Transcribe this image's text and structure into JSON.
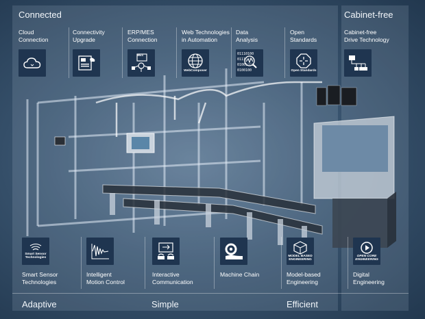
{
  "sections": {
    "connected": "Connected",
    "cabinet_free": "Cabinet-free",
    "adaptive": "Adaptive",
    "simple": "Simple",
    "efficient": "Efficient"
  },
  "top_items": [
    {
      "line1": "Cloud",
      "line2": "Connection",
      "icon": "cloud-icon"
    },
    {
      "line1": "Connectivity",
      "line2": "Upgrade",
      "icon": "connectivity-upgrade-icon"
    },
    {
      "line1": "ERP/MES",
      "line2": "Connection",
      "icon": "mes-icon",
      "badge": "MES"
    },
    {
      "line1": "Web Technologies",
      "line2": "in Automation",
      "icon": "globe-icon",
      "badge": "WebComposer"
    },
    {
      "line1": "Data",
      "line2": "Analysis",
      "icon": "data-analysis-icon"
    },
    {
      "line1": "Open",
      "line2": "Standards",
      "icon": "open-standards-icon",
      "badge": "Open Standards"
    },
    {
      "line1": "Cabinet-free",
      "line2": "Drive Technology",
      "icon": "cabinet-free-drive-icon"
    }
  ],
  "bottom_items": [
    {
      "line1": "Smart Sensor",
      "line2": "Technologies",
      "icon": "smart-sensor-icon",
      "badge1": "Smart Sensor",
      "badge2": "Technologies"
    },
    {
      "line1": "Intelligent",
      "line2": "Motion Control",
      "icon": "motion-control-icon"
    },
    {
      "line1": "Interactive",
      "line2": "Communication",
      "icon": "interactive-communication-icon"
    },
    {
      "line1": "Machine Chain",
      "line2": "",
      "icon": "machine-chain-icon"
    },
    {
      "line1": "Model-based",
      "line2": "Engineering",
      "icon": "model-based-engineering-icon",
      "badge1": "MODEL BASED",
      "badge2": "ENGINEERING"
    },
    {
      "line1": "Digital",
      "line2": "Engineering",
      "icon": "open-core-engineering-icon",
      "badge1": "OPEN CORE",
      "badge2": "ENGINEERING"
    }
  ],
  "data_analysis_bits": [
    "01110100",
    "01111010",
    "01001001",
    "0100100"
  ],
  "colors": {
    "tile": "#1f3550",
    "background": "#3a5570",
    "panel": "#dcebf8"
  }
}
